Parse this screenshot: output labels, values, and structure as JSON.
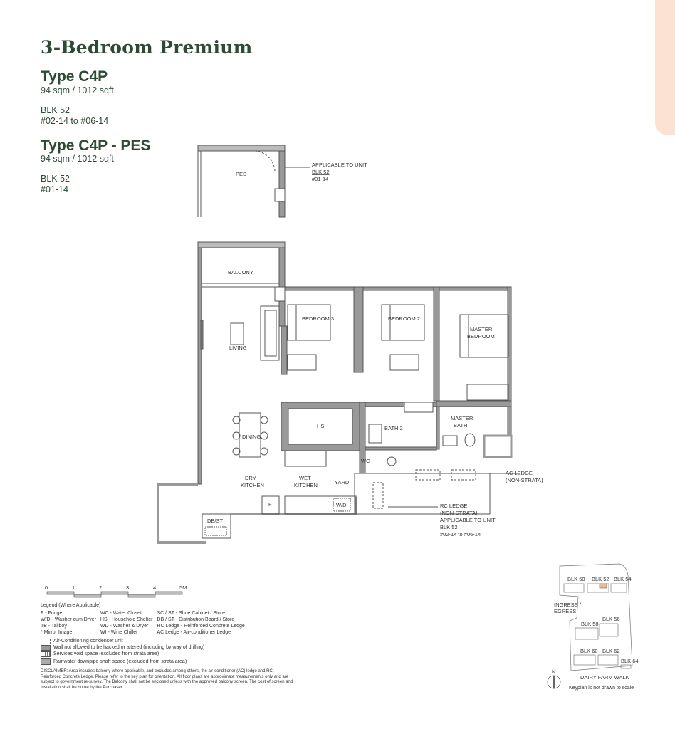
{
  "header": {
    "title": "3-Bedroom Premium"
  },
  "units": [
    {
      "type": "Type C4P",
      "area": "94 sqm / 1012 sqft",
      "block": "BLK 52",
      "stacks": "#02-14 to #06-14"
    },
    {
      "type": "Type C4P - PES",
      "area": "94 sqm / 1012 sqft",
      "block": "BLK 52",
      "stacks": "#01-14"
    }
  ],
  "plan": {
    "pes": "PES",
    "pes_note": "APPLICABLE TO UNIT",
    "pes_blk": "BLK 52",
    "pes_unit": "#01-14",
    "balcony": "BALCONY",
    "living": "LIVING",
    "bedroom3": "BEDROOM 3",
    "bedroom2": "BEDROOM 2",
    "master1": "MASTER",
    "master2": "BEDROOM",
    "dining": "DINING",
    "hs": "HS",
    "bath2": "BATH 2",
    "mbath1": "MASTER",
    "mbath2": "BATH",
    "wc": "WC",
    "dry1": "DRY",
    "dry2": "KITCHEN",
    "wet1": "WET",
    "wet2": "KITCHEN",
    "yard": "YARD",
    "f": "F",
    "wd": "W/D",
    "dbst": "DB/ST",
    "ac1": "AC LEDGE",
    "ac2": "(NON-STRATA)",
    "rc1": "RC LEDGE",
    "rc2": "(NON-STRATA)",
    "rc3": "APPLICABLE TO UNIT",
    "rc4": "BLK 52",
    "rc5": "#02-14 to #06-14"
  },
  "scale": {
    "ticks": [
      "0",
      "1",
      "2",
      "3",
      "4",
      "5M"
    ]
  },
  "legend": {
    "heading": "Legend (Where Applicable) :",
    "rows": [
      [
        "F - Fridge",
        "WC - Water Closet",
        "SC / ST - Shoe Cabinet / Store"
      ],
      [
        "W/D - Washer cum Dryer",
        "HS - Household Shelter",
        "DB / ST - Distribution Board / Store"
      ],
      [
        "TB - Tallboy",
        "WD - Washer & Dryer",
        "RC Ledge - Reinforced Concrete Ledge"
      ],
      [
        "* Mirror Image",
        "WI  - Wine Chiller",
        "AC Ledge - Air-conditioner Ledge"
      ]
    ],
    "symbols": [
      "Air-Conditioning condenser unit",
      "Wall not allowed to be hacked or altered (including by way of drilling)",
      "Services void space (excluded from strata area)",
      "Rainwater downpipe shaft space (excluded from strata area)"
    ]
  },
  "disclaimer": "DISCLAIMER: Area includes balcony where applicable, and excludes among others, the air-conditioner (AC) ledge and RC - Reinforced Concrete Ledge. Please refer to the key plan for orientation. All floor plans are approximate measurements only and are subject to government re-survey. The Balcony shall not be enclosed unless with the approved balcony screen. The cost of screen and installation shall be borne by the Purchaser.",
  "keyplan": {
    "blocks": [
      "BLK 50",
      "BLK 52",
      "BLK 54",
      "BLK 58",
      "BLK 56",
      "BLK 60",
      "BLK 62",
      "BLK 64"
    ],
    "ingress1": "INGRESS /",
    "ingress2": "EGRESS",
    "road": "DAIRY FARM WALK",
    "north": "N",
    "note": "Keyplan is not drawn to scale",
    "highlight": "#f2b98f"
  }
}
